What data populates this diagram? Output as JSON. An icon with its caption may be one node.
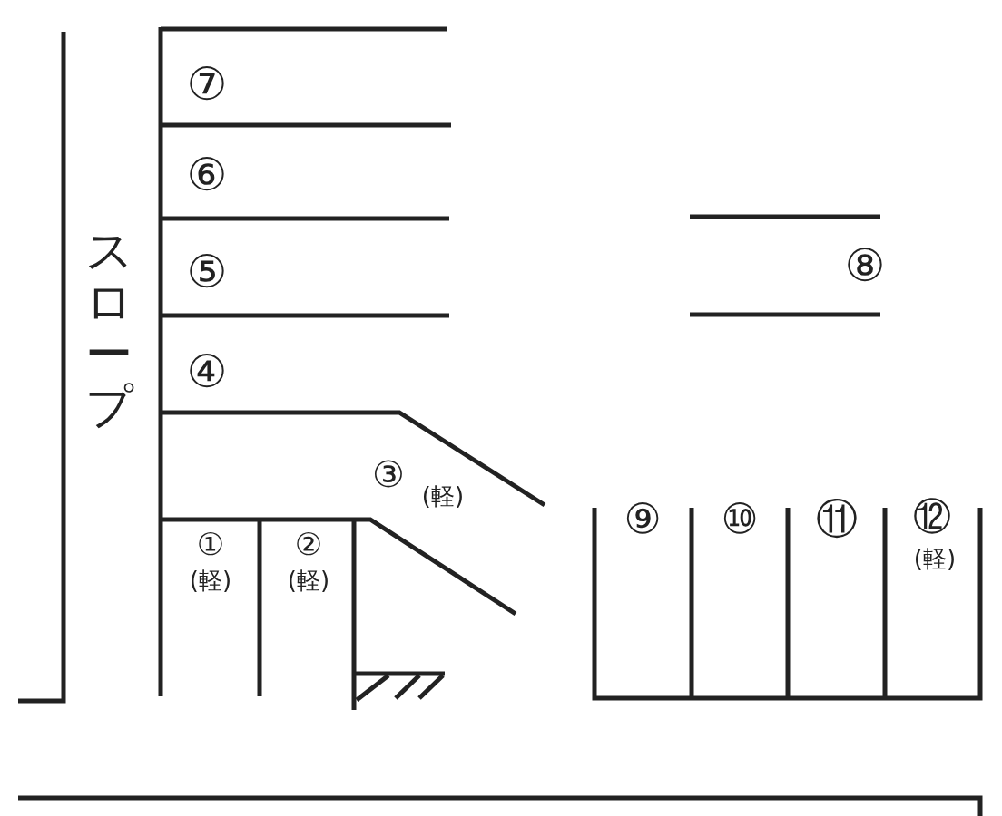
{
  "diagram": {
    "labels": [
      "スロープ",
      "⑦",
      "⑥",
      "⑤",
      "④",
      "③",
      "(軽)",
      "①",
      "(軽)",
      "②",
      "(軽)",
      "⑧",
      "⑨",
      "⑩",
      "⑪",
      "⑫",
      "(軽)"
    ]
  }
}
